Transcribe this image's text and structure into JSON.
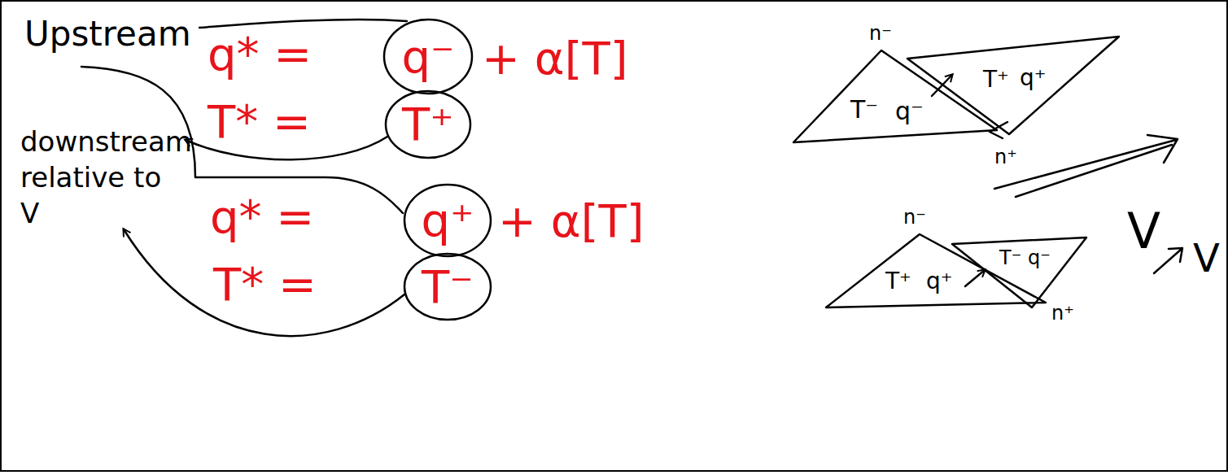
{
  "diagram": {
    "nodes": [
      {
        "text": [
          "q⁻"
        ]
      },
      {
        "text": [
          "T⁺"
        ]
      },
      {
        "text": [
          "q⁺"
        ]
      },
      {
        "text": [
          "T⁻"
        ]
      },
      {
        "text": [
          "T⁻",
          "q⁻"
        ]
      },
      {
        "text": [
          "T⁺",
          "q⁺"
        ]
      },
      {
        "text": [
          "T⁺",
          "q⁺"
        ]
      },
      {
        "text": [
          "T⁻",
          "q⁻"
        ]
      }
    ],
    "labels": [
      "Upstream",
      "downstream relative to V",
      "q* =",
      "+ α[T]",
      "T* =",
      "q* =",
      "+ α[T]",
      "T* =",
      "n⁻",
      "n⁺",
      "V",
      "n⁻",
      "n⁺",
      "V"
    ]
  }
}
